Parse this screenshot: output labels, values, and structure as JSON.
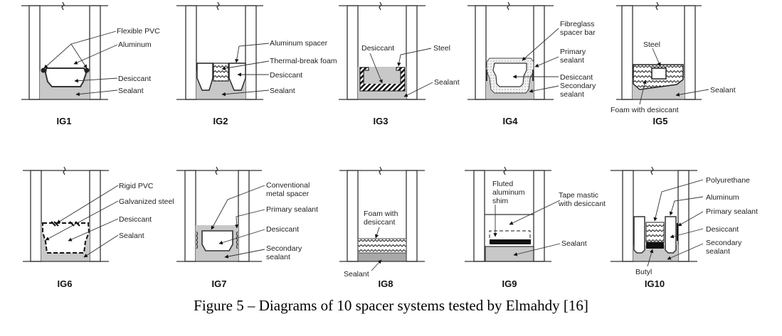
{
  "figure": {
    "caption": "Figure 5 – Diagrams of 10 spacer systems tested by Elmahdy [16]",
    "colors": {
      "sealant": "#c8c8c8",
      "line": "#333333",
      "dark_fill": "#111111"
    },
    "panels": [
      {
        "id": "IG1",
        "title": "IG1",
        "labels": [
          "Flexible PVC",
          "Aluminum",
          "Desiccant",
          "Sealant"
        ]
      },
      {
        "id": "IG2",
        "title": "IG2",
        "labels": [
          "Aluminum spacer",
          "Thermal-break foam",
          "Desiccant",
          "Sealant"
        ]
      },
      {
        "id": "IG3",
        "title": "IG3",
        "labels": [
          "Desiccant",
          "Steel",
          "Sealant"
        ]
      },
      {
        "id": "IG4",
        "title": "IG4",
        "labels": [
          "Fibreglass",
          "spacer bar",
          "Primary",
          "sealant",
          "Desiccant",
          "Secondary",
          "sealant"
        ]
      },
      {
        "id": "IG5",
        "title": "IG5",
        "labels": [
          "Steel",
          "Sealant",
          "Foam with desiccant"
        ]
      },
      {
        "id": "IG6",
        "title": "IG6",
        "labels": [
          "Rigid PVC",
          "Galvanized steel",
          "Desiccant",
          "Sealant"
        ]
      },
      {
        "id": "IG7",
        "title": "IG7",
        "labels": [
          "Conventional",
          "metal spacer",
          "Primary sealant",
          "Desiccant",
          "Secondary",
          "sealant"
        ]
      },
      {
        "id": "IG8",
        "title": "IG8",
        "labels": [
          "Foam with",
          "desiccant",
          "Sealant"
        ]
      },
      {
        "id": "IG9",
        "title": "IG9",
        "labels": [
          "Fluted",
          "aluminum",
          "shim",
          "Tape mastic",
          "with desiccant",
          "Sealant"
        ]
      },
      {
        "id": "IG10",
        "title": "IG10",
        "labels": [
          "Polyurethane",
          "Aluminum",
          "Primary sealant",
          "Desiccant",
          "Secondary",
          "sealant",
          "Butyl"
        ]
      }
    ]
  }
}
